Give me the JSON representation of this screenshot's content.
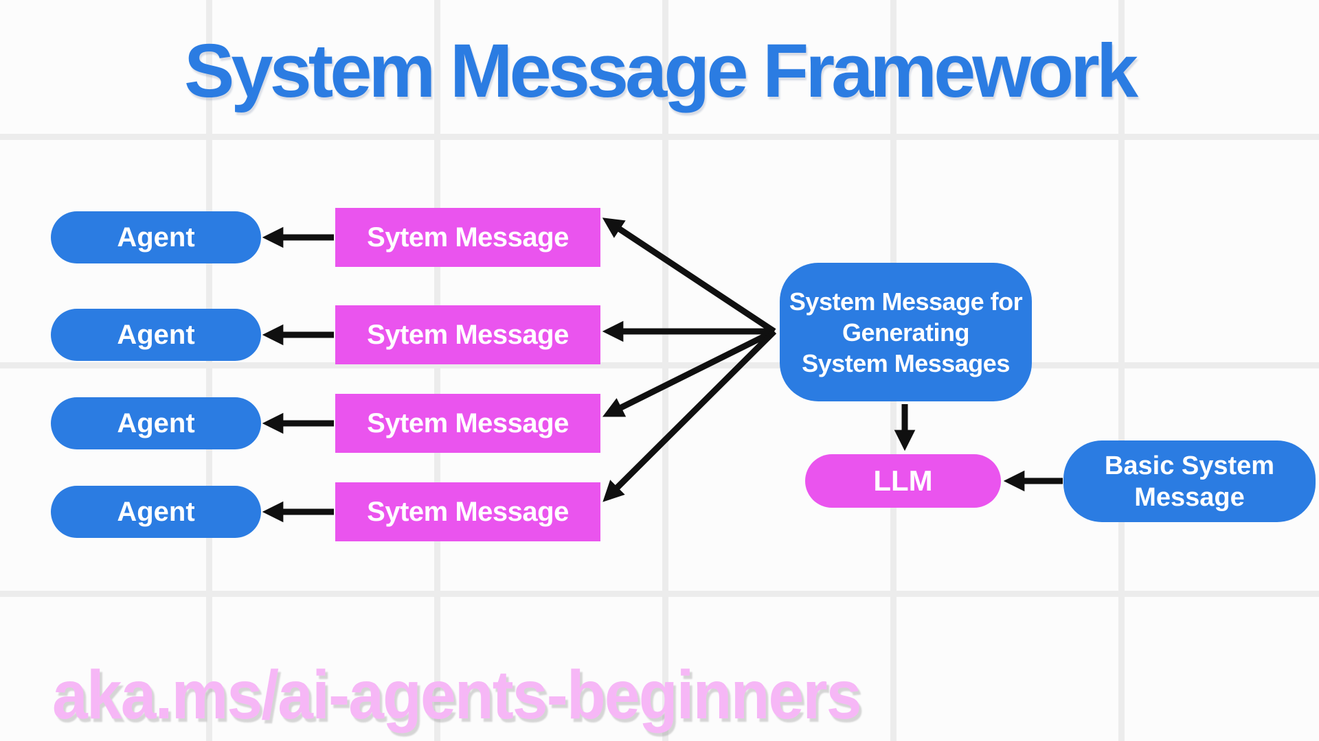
{
  "title": "System Message Framework",
  "footer_url": "aka.ms/ai-agents-beginners",
  "colors": {
    "blue": "#2b7ce2",
    "magenta": "#ea54ee",
    "light_pink": "#f6b7f6",
    "arrow_black": "#101010",
    "background": "#fcfcfc",
    "grid_line": "#ececec"
  },
  "rows": [
    {
      "agent": "Agent",
      "message": "Sytem Message"
    },
    {
      "agent": "Agent",
      "message": "Sytem Message"
    },
    {
      "agent": "Agent",
      "message": "Sytem Message"
    },
    {
      "agent": "Agent",
      "message": "Sytem Message"
    }
  ],
  "generator_box": {
    "lines": [
      "System Message for",
      "Generating",
      "System Messages"
    ]
  },
  "llm_label": "LLM",
  "basic_box": {
    "lines": [
      "Basic System",
      "Message"
    ]
  }
}
